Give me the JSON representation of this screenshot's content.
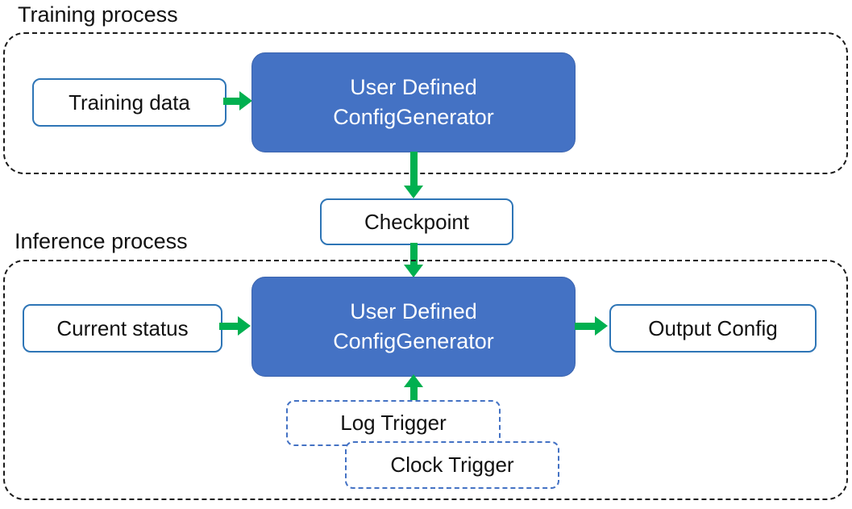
{
  "colors": {
    "arrow_green": "#00B050",
    "generator_fill": "#4472C4",
    "box_border": "#2E75B6",
    "trigger_border": "#4472C4",
    "dashed_container": "#1a1a1a"
  },
  "training": {
    "section_label": "Training process",
    "input_label": "Training data",
    "generator": {
      "line1": "User Defined",
      "line2": "ConfigGenerator"
    }
  },
  "checkpoint_label": "Checkpoint",
  "inference": {
    "section_label": "Inference process",
    "input_label": "Current status",
    "generator": {
      "line1": "User Defined",
      "line2": "ConfigGenerator"
    },
    "output_label": "Output Config",
    "log_trigger_label": "Log Trigger",
    "clock_trigger_label": "Clock Trigger"
  }
}
